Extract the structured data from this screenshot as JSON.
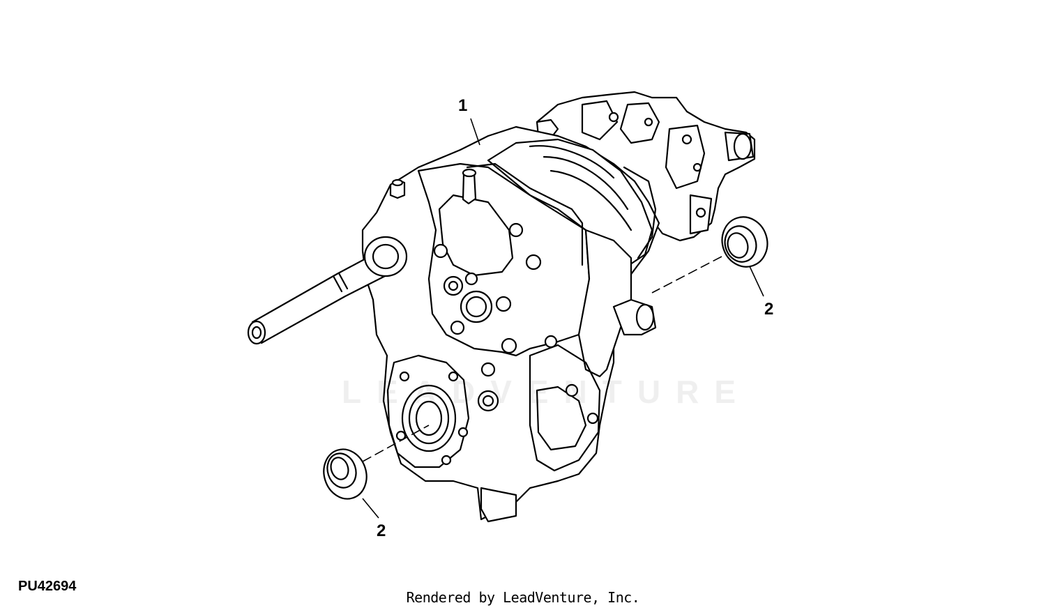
{
  "callouts": {
    "part_1": "1",
    "part_2_right": "2",
    "part_2_left": "2"
  },
  "figure_id": "PU42694",
  "credit": "Rendered by LeadVenture, Inc.",
  "watermark": "LEADVENTURE"
}
